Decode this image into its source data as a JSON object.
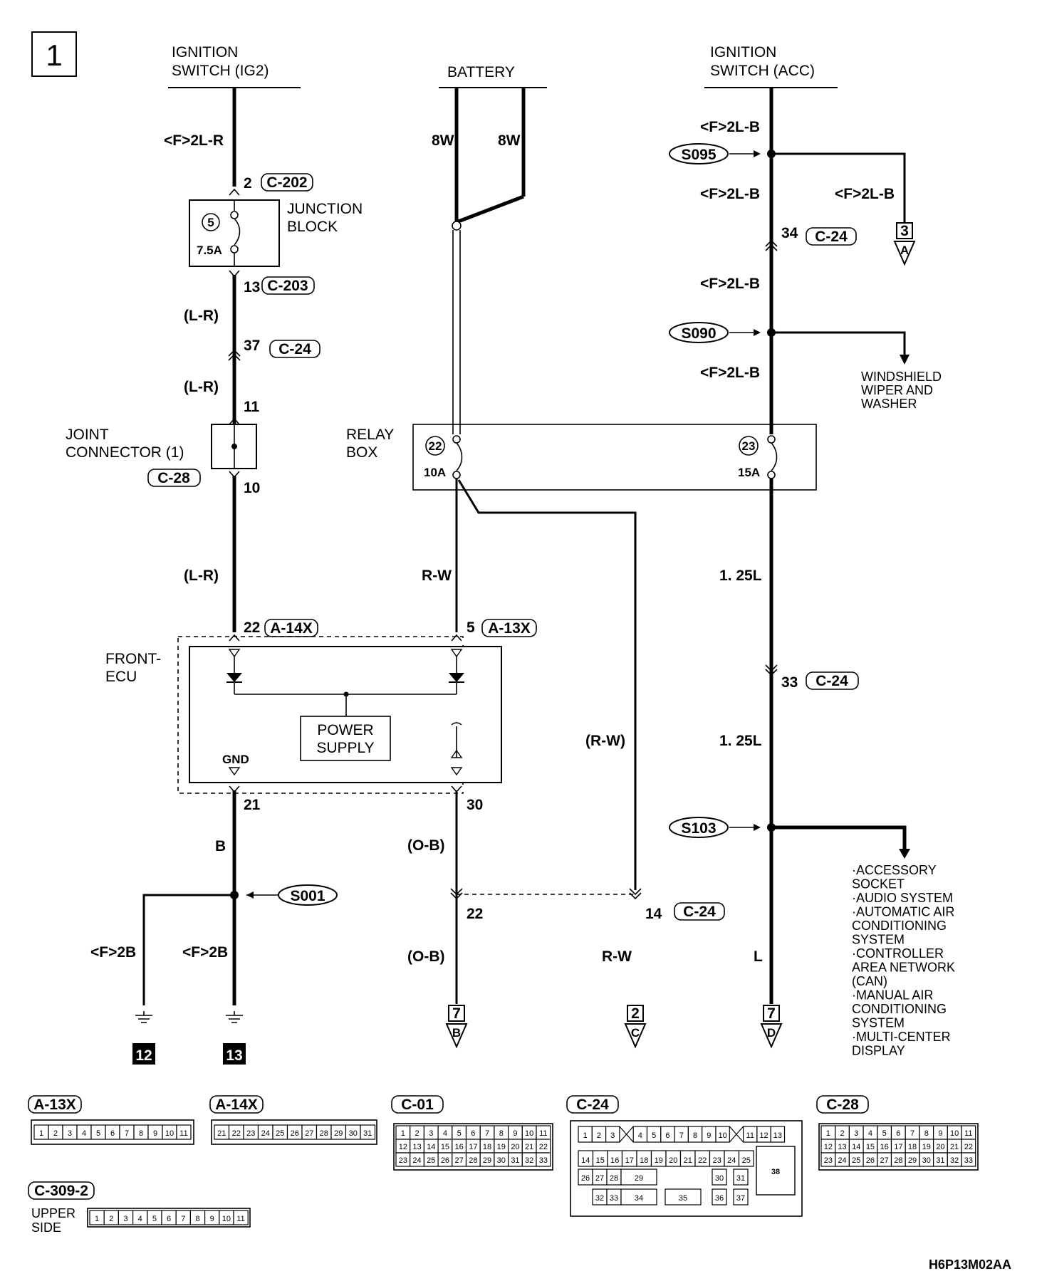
{
  "page_number": "1",
  "doc_code": "H6P13M02AA",
  "sources": {
    "ig2": [
      "IGNITION",
      "SWITCH (IG2)"
    ],
    "battery": "BATTERY",
    "acc": [
      "IGNITION",
      "SWITCH (ACC)"
    ]
  },
  "left_circuit": {
    "wire_top": "<F>2L-R",
    "jb_in": {
      "pin": "2",
      "conn": "C-202"
    },
    "junction_block": [
      "JUNCTION",
      "BLOCK"
    ],
    "fuse_no": "5",
    "fuse_rating": "7.5A",
    "jb_out": {
      "pin": "13",
      "conn": "C-203"
    },
    "wire_lr_1": "(L-R)",
    "c24_pin_37": {
      "pin": "37",
      "conn": "C-24"
    },
    "wire_lr_2": "(L-R)",
    "jc_pin_in": "11",
    "joint_connector": [
      "JOINT",
      "CONNECTOR (1)"
    ],
    "jc_conn": "C-28",
    "jc_pin_out": "10",
    "wire_lr_3": "(L-R)",
    "ecu_pin_22": {
      "pin": "22",
      "conn": "A-14X"
    }
  },
  "battery_circuit": {
    "wire_a": "8W",
    "wire_b": "8W",
    "relay_box": [
      "RELAY",
      "BOX"
    ],
    "fuse22_no": "22",
    "fuse22_rating": "10A",
    "fuse23_no": "23",
    "fuse23_rating": "15A",
    "wire_rw": "R-W",
    "ecu_pin_5": {
      "pin": "5",
      "conn": "A-13X"
    },
    "wire_rw_paren": "(R-W)"
  },
  "ecu": {
    "label": [
      "FRONT-",
      "ECU"
    ],
    "power_supply": [
      "POWER",
      "SUPPLY"
    ],
    "gnd": "GND",
    "pin_21": "21",
    "pin_30": "30"
  },
  "ground_circuit": {
    "wire_b": "B",
    "splice": "S001",
    "wire_f2b_1": "<F>2B",
    "wire_f2b_2": "<F>2B",
    "ground_12": "12",
    "ground_13": "13"
  },
  "center_bottom": {
    "wire_ob_1": "(O-B)",
    "pin_22": "22",
    "pin_14": {
      "pin": "14",
      "conn": "C-24"
    },
    "wire_ob_2": "(O-B)",
    "wire_rw": "R-W",
    "off_b": {
      "page": "7",
      "letter": "B"
    },
    "off_c": {
      "page": "2",
      "letter": "C"
    }
  },
  "acc_circuit": {
    "wire_1": "<F>2L-B",
    "splice_1": "S095",
    "wire_2": "<F>2L-B",
    "wire_branch": "<F>2L-B",
    "off_a": {
      "page": "3",
      "letter": "A"
    },
    "c24_pin_34": {
      "pin": "34",
      "conn": "C-24"
    },
    "wire_3": "<F>2L-B",
    "splice_2": "S090",
    "wiper": [
      "WINDSHIELD",
      "WIPER AND",
      "WASHER"
    ],
    "wire_4": "<F>2L-B",
    "wire_125_1": "1. 25L",
    "c24_pin_33": {
      "pin": "33",
      "conn": "C-24"
    },
    "wire_125_2": "1. 25L",
    "splice_3": "S103",
    "wire_l": "L",
    "off_d": {
      "page": "7",
      "letter": "D"
    },
    "systems": [
      "·ACCESSORY",
      "SOCKET",
      "·AUDIO SYSTEM",
      "·AUTOMATIC AIR",
      "CONDITIONING",
      "SYSTEM",
      "·CONTROLLER",
      "AREA NETWORK",
      "(CAN)",
      "·MANUAL AIR",
      "CONDITIONING",
      "SYSTEM",
      "·MULTI-CENTER",
      "DISPLAY"
    ]
  },
  "connectors": {
    "a13x": {
      "label": "A-13X",
      "pins": [
        "1",
        "2",
        "3",
        "4",
        "5",
        "6",
        "7",
        "8",
        "9",
        "10",
        "11"
      ]
    },
    "a14x": {
      "label": "A-14X",
      "pins": [
        "21",
        "22",
        "23",
        "24",
        "25",
        "26",
        "27",
        "28",
        "29",
        "30",
        "31"
      ]
    },
    "c01": {
      "label": "C-01",
      "rows": [
        [
          "1",
          "2",
          "3",
          "4",
          "5",
          "6",
          "7",
          "8",
          "9",
          "10",
          "11"
        ],
        [
          "12",
          "13",
          "14",
          "15",
          "16",
          "17",
          "18",
          "19",
          "20",
          "21",
          "22"
        ],
        [
          "23",
          "24",
          "25",
          "26",
          "27",
          "28",
          "29",
          "30",
          "31",
          "32",
          "33"
        ]
      ]
    },
    "c24": {
      "label": "C-24",
      "rows": [
        [
          "1",
          "2",
          "3",
          "",
          "4",
          "5",
          "6",
          "7",
          "8",
          "9",
          "10",
          "",
          "11",
          "12",
          "13"
        ],
        [
          "14",
          "15",
          "16",
          "17",
          "18",
          "19",
          "20",
          "21",
          "22",
          "23",
          "24",
          "25"
        ],
        [
          "26",
          "27",
          "28",
          "29",
          "30",
          "31"
        ],
        [
          "32",
          "33",
          "34",
          "35",
          "36",
          "37"
        ]
      ],
      "big": "38"
    },
    "c28": {
      "label": "C-28",
      "rows": [
        [
          "1",
          "2",
          "3",
          "4",
          "5",
          "6",
          "7",
          "8",
          "9",
          "10",
          "11"
        ],
        [
          "12",
          "13",
          "14",
          "15",
          "16",
          "17",
          "18",
          "19",
          "20",
          "21",
          "22"
        ],
        [
          "23",
          "24",
          "25",
          "26",
          "27",
          "28",
          "29",
          "30",
          "31",
          "32",
          "33"
        ]
      ]
    },
    "c309": {
      "label": "C-309-2",
      "side": [
        "UPPER",
        "SIDE"
      ],
      "pins": [
        "1",
        "2",
        "3",
        "4",
        "5",
        "6",
        "7",
        "8",
        "9",
        "10",
        "11"
      ]
    }
  }
}
